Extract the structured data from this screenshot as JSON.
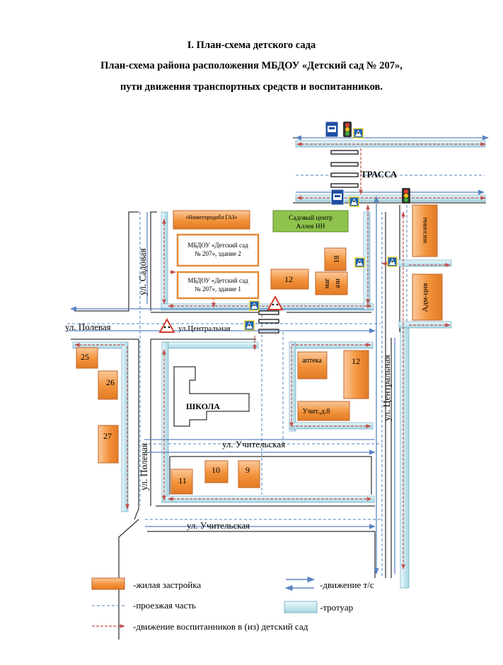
{
  "titles": {
    "line1": "I. План-схема детского сада",
    "line2": "План-схема района расположения МБДОУ «Детский сад № 207»,",
    "line3": "пути движения транспортных средств и воспитанников."
  },
  "streets": {
    "trassa": "ТРАССА",
    "sadovaya": "ул. Садовая",
    "polevaya_horizontal": "ул. Полевая",
    "polevaya_vertical": "ул. Полевая",
    "centralnaya_horizontal": "ул.Центральная",
    "centralnaya_vertical": "ул. Центральная",
    "uchitelskaya_1": "ул. Учительская",
    "uchitelskaya_2": "ул. Учительская"
  },
  "buildings": {
    "gaz": "«Нижегородобл ГАЗ»",
    "garden_center_1": "Садовый центр",
    "garden_center_2": "Аллея НН",
    "kindergarten_2_1": "МБДОУ «Детский сад",
    "kindergarten_2_2": "№ 207», здание 2",
    "kindergarten_1_1": "МБДОУ «Детский сад",
    "kindergarten_1_2": "№ 207», здание 1",
    "magaziny": "магазины",
    "admin": "Адм-ция",
    "house_18": "18",
    "house_12_top": "12",
    "shop_1": "маг",
    "shop_2": "ази",
    "pharmacy": "аптека",
    "house_12_right": "12",
    "teacher_house": "Учит.,д.8",
    "school": "ШКОЛА",
    "house_25": "25",
    "house_26": "26",
    "house_27": "27",
    "house_11": "11",
    "house_10": "10",
    "house_9": "9"
  },
  "legend": {
    "residential": "-жилая застройка",
    "traffic": "-движение т/с",
    "roadway": "-проезжая часть",
    "sidewalk": "-тротуар",
    "children_route": "-движение воспитанников в (из) детский сад"
  },
  "colors": {
    "building_orange": "#f2923a",
    "building_light": "#fbc89a",
    "building_border": "#c0652a",
    "green_building": "#8fc34d",
    "sidewalk_fill": "#c7e7ef",
    "traffic_arrow": "#5b84c2",
    "children_route": "#c0504d",
    "roadway_line": "#4f81bd",
    "road_line": "#000000"
  }
}
